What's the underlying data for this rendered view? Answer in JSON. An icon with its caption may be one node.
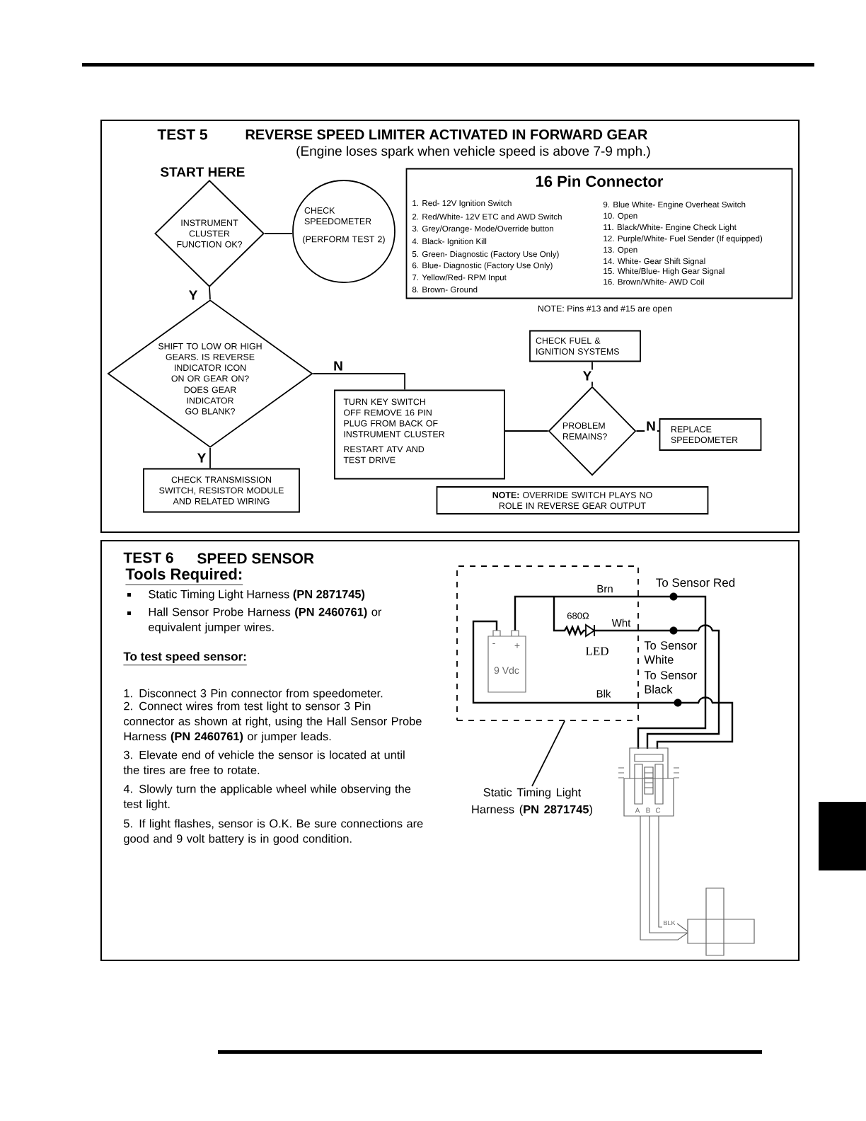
{
  "diagram": {
    "title": "REVERSE SPEED LIMITER ACTIVATED IN FORWARD GEAR",
    "nodes": [
      {
        "text": [
          "INSTRUMENT CLUSTER FUNCTION OK?"
        ],
        "beside": [
          "START HERE"
        ]
      },
      {
        "text": [
          "CHECK SPEEDOMETER",
          "(PERFORM TEST 2)"
        ]
      },
      {
        "text": [
          "16 Pin Connector",
          "1. Red- 12V Ignition Switch",
          "2. Red/White- 12V ETC and AWD Switch",
          "3. Grey/Orange- Mode/Override button",
          "4. Black- Ignition Kill",
          "5. Green- Diagnostic (Factory Use Only)",
          "6. Blue- Diagnostic (Factory Use Only)",
          "7. Yellow/Red- RPM Input",
          "8. Brown- Ground",
          "9. Blue White- Engine Overheat Switch",
          "10. Open",
          "11. Black/White- Engine Check Light",
          "12. Purple/White- Fuel Sender (If equipped)",
          "13. Open",
          "14. White- Gear Shift Signal",
          "15. White/Blue- High Gear Signal",
          "16. Brown/White- AWD Coil"
        ],
        "beside": [
          "NOTE: Pins #13 and #15 are open"
        ]
      },
      {
        "text": [
          "SHIFT TO LOW OR HIGH GEARS. IS REVERSE INDICATOR ICON ON OR GEAR ON?",
          "DOES GEAR INDICATOR GO BLANK?"
        ]
      },
      {
        "text": [
          "TURN KEY SWITCH OFF REMOVE 16 PIN PLUG FROM BACK OF INSTRUMENT CLUSTER",
          "RESTART ATV AND TEST DRIVE"
        ]
      },
      {
        "text": [
          "CHECK FUEL & IGNITION SYSTEMS"
        ]
      },
      {
        "text": [
          "PROBLEM REMAINS?"
        ]
      },
      {
        "text": [
          "REPLACE SPEEDOMETER"
        ]
      },
      {
        "text": [
          "CHECK TRANSMISSION SWITCH, RESISTOR MODULE AND RELATED WIRING"
        ]
      },
      {
        "text": [
          "**NOTE:** OVERRIDE SWITCH PLAYS NO ROLE IN REVERSE GEAR OUTPUT"
        ]
      },
      {
        "text": [],
        "shape": "box"
      },
      {
        "text": [
          "Static Timing Light Harness (**PN 2871745**)"
        ]
      }
    ],
    "edges": [
      {
        "from": 0,
        "to": 1,
        "arrow": "none"
      },
      {
        "from": 0,
        "to": 3,
        "arrow": "none",
        "label": "Y"
      },
      {
        "from": 3,
        "to": 4,
        "arrow": "none",
        "label": "N"
      },
      {
        "from": 3,
        "to": 8,
        "arrow": "none",
        "label": "Y"
      },
      {
        "from": 4,
        "to": 6,
        "arrow": "none"
      },
      {
        "from": 6,
        "to": 5,
        "arrow": "none",
        "label": "Y"
      },
      {
        "from": 6,
        "to": 7,
        "arrow": "none",
        "label": "N"
      },
      {
        "from": 11,
        "to": 10,
        "arrow": "none"
      }
    ],
    "labels": [
      "TEST 5",
      "(Engine loses spark when vehicle speed is above 7-9 mph.)",
      "TEST 6",
      "SPEED SENSOR",
      "Tools Required:",
      "Static Timing Light Harness **(PN 2871745)**",
      "Hall Sensor Probe Harness **(PN 2460761)** or equivalent jumper wires.",
      "To test speed sensor:",
      "1. Disconnect 3 Pin connector from speedometer.",
      "2. Connect wires from test light to sensor 3 Pin connector as shown at right, using the Hall Sensor Probe Harness **(PN 2460761)** or jumper leads.",
      "3. Elevate end of vehicle the sensor is located at until the tires are free to rotate.",
      "4. Slowly turn the applicable wheel while observing the test light.",
      "5. If light flashes, sensor is O.K. Be sure connections are good and 9 volt battery is in good condition.",
      "Brn",
      "To Sensor Red",
      "680Ω",
      "Wht",
      "-",
      "+",
      "LED",
      "To Sensor White",
      "9 Vdc",
      "To Sensor Black",
      "Blk",
      "A",
      "B",
      "C",
      "BLK"
    ]
  }
}
